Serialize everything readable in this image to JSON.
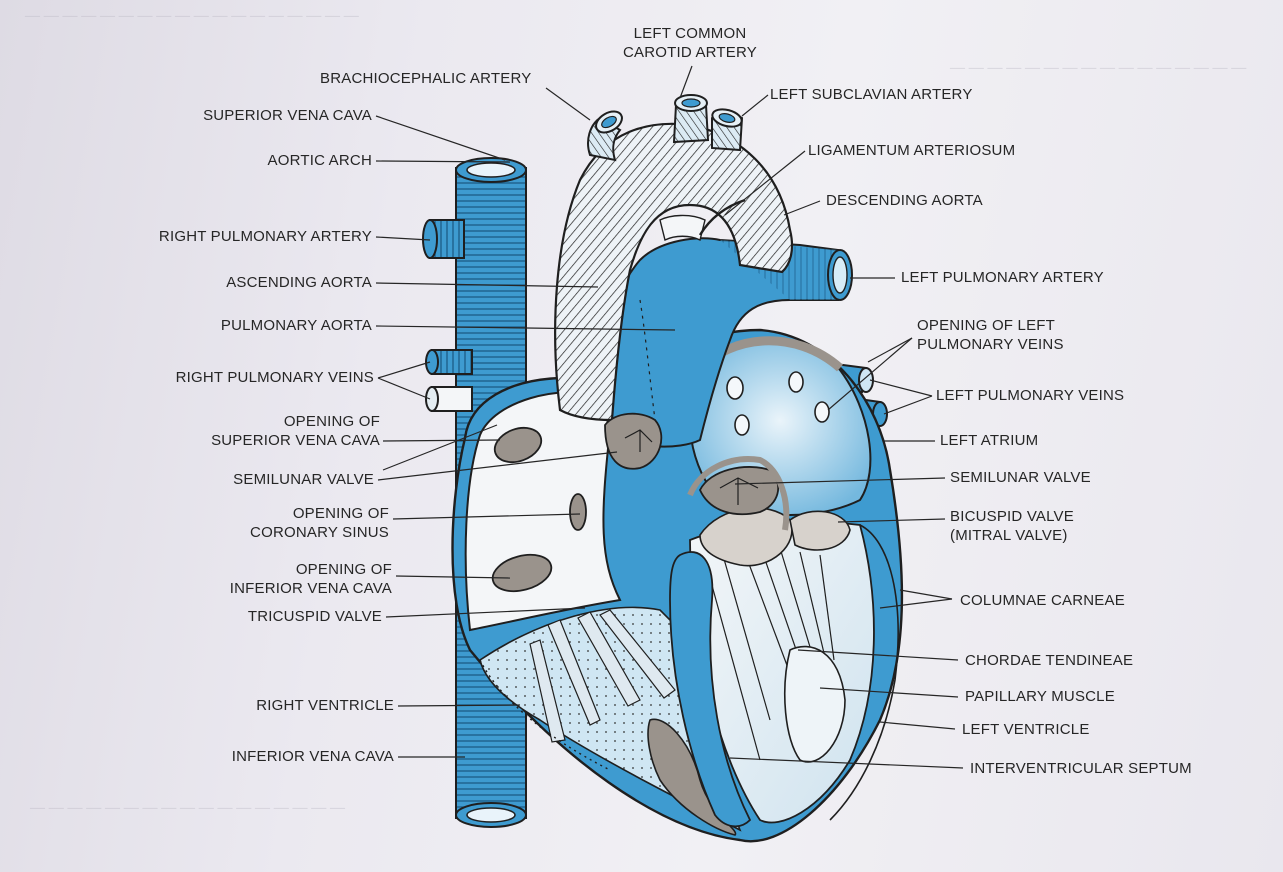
{
  "labels": {
    "left_common_carotid_artery_1": "LEFT COMMON",
    "left_common_carotid_artery_2": "CAROTID ARTERY",
    "brachiocephalic_artery": "BRACHIOCEPHALIC ARTERY",
    "left_subclavian_artery": "LEFT SUBCLAVIAN ARTERY",
    "superior_vena_cava": "SUPERIOR VENA CAVA",
    "ligamentum_arteriosum": "LIGAMENTUM ARTERIOSUM",
    "aortic_arch": "AORTIC ARCH",
    "descending_aorta": "DESCENDING AORTA",
    "right_pulmonary_artery": "RIGHT PULMONARY ARTERY",
    "ascending_aorta": "ASCENDING AORTA",
    "left_pulmonary_artery": "LEFT PULMONARY ARTERY",
    "pulmonary_aorta": "PULMONARY AORTA",
    "opening_left_pulmonary_veins_1": "OPENING OF LEFT",
    "opening_left_pulmonary_veins_2": "PULMONARY VEINS",
    "right_pulmonary_veins": "RIGHT PULMONARY VEINS",
    "left_pulmonary_veins": "LEFT PULMONARY VEINS",
    "opening_superior_vena_cava_1": "OPENING OF",
    "opening_superior_vena_cava_2": "SUPERIOR VENA CAVA",
    "left_atrium": "LEFT ATRIUM",
    "semilunar_valve_right": "SEMILUNAR VALVE",
    "semilunar_valve_left": "SEMILUNAR VALVE",
    "opening_coronary_sinus_1": "OPENING OF",
    "opening_coronary_sinus_2": "CORONARY SINUS",
    "bicuspid_valve_1": "BICUSPID VALVE",
    "bicuspid_valve_2": "(MITRAL VALVE)",
    "opening_inferior_vena_cava_1": "OPENING OF",
    "opening_inferior_vena_cava_2": "INFERIOR VENA CAVA",
    "columnae_carneae": "COLUMNAE CARNEAE",
    "tricuspid_valve": "TRICUSPID VALVE",
    "chordae_tendineae": "CHORDAE TENDINEAE",
    "papillary_muscle": "PAPILLARY MUSCLE",
    "right_ventricle": "RIGHT VENTRICLE",
    "left_ventricle": "LEFT VENTRICLE",
    "inferior_vena_cava": "INFERIOR VENA CAVA",
    "interventricular_septum": "INTERVENTRICULAR SEPTUM"
  },
  "colors": {
    "vessel_blue": "#3e9bd0",
    "light_blue": "#b8def2",
    "valve_grey": "#9a938c",
    "ink": "#262626",
    "page": "#ebe9f0"
  }
}
